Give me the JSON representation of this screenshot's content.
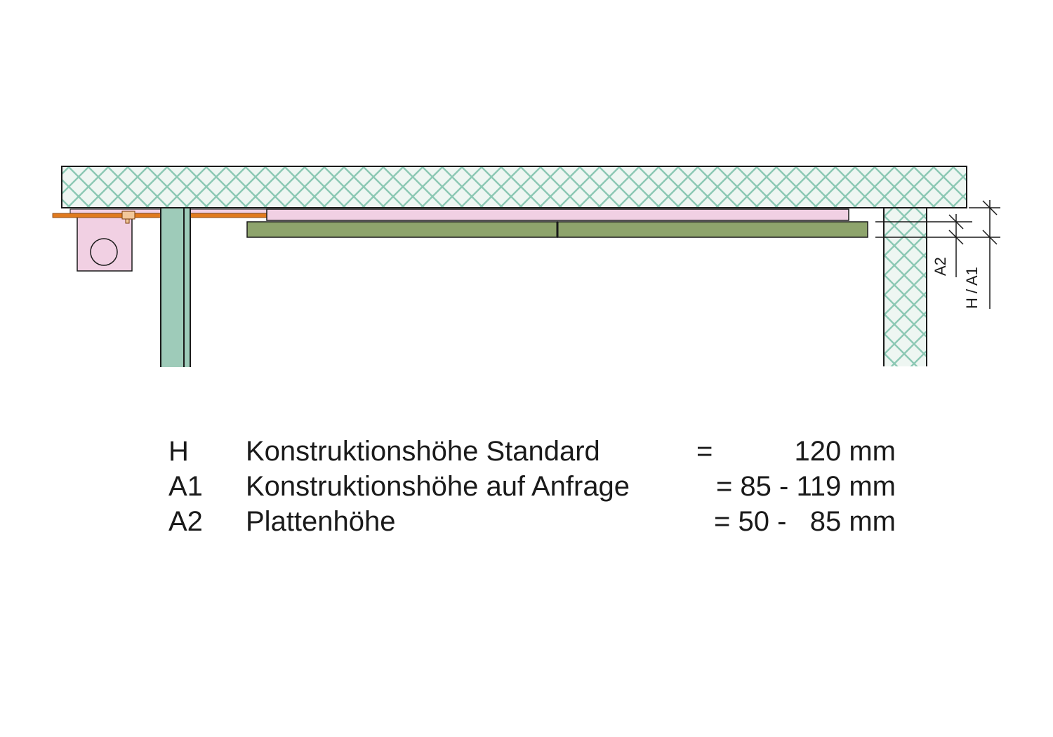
{
  "diagram": {
    "dimension_labels": {
      "a2": "A2",
      "h_a1": "H / A1"
    },
    "colors": {
      "hatch_fill": "#eef6f2",
      "hatch_line": "#8cc8b4",
      "outline": "#1a1a1a",
      "pink_layer": "#f1d0e3",
      "green_panel": "#8ea46c",
      "pipe": "#e07a1e",
      "profile": "#9ecbb9"
    }
  },
  "legend": {
    "rows": [
      {
        "symbol": "H",
        "description": "Konstruktionshöhe Standard",
        "equals": "=",
        "value": "120 mm"
      },
      {
        "symbol": "A1",
        "description": "Konstruktionshöhe auf Anfrage",
        "equals": "= 85 - 119 mm",
        "value": ""
      },
      {
        "symbol": "A2",
        "description": "Plattenhöhe",
        "equals": "= 50 -   85 mm",
        "value": ""
      }
    ]
  }
}
